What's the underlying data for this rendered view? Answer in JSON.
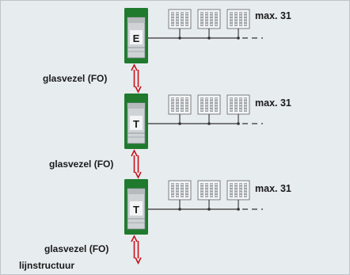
{
  "colors": {
    "background": "#e7ecef",
    "frame_border": "#bfc4c8",
    "module_green": "#1f7a2e",
    "module_body": "#cfd3d6",
    "fibre_red": "#c8101a",
    "bus_line": "#333333"
  },
  "stages": [
    {
      "module_letter": "E",
      "max_label": "max. 31",
      "devices": 3
    },
    {
      "module_letter": "T",
      "max_label": "max. 31",
      "devices": 3
    },
    {
      "module_letter": "T",
      "max_label": "max. 31",
      "devices": 3
    }
  ],
  "fibre_labels": [
    "glasvezel (FO)",
    "glasvezel (FO)",
    "glasvezel (FO)"
  ],
  "caption": "lijnstructuur",
  "icons": {
    "module": "fieldbus-coupler-module-icon",
    "device": "io-device-icon",
    "fibre_link": "double-arrow-icon"
  }
}
